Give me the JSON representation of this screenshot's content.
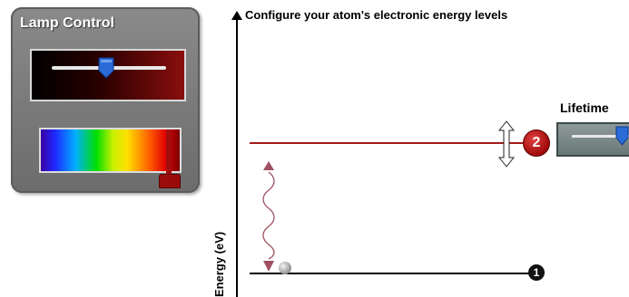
{
  "lamp": {
    "title": "Lamp Control",
    "intensity": {
      "level": 0.5
    },
    "wavelength": {
      "position": 0.9,
      "color": "#a40e0e"
    }
  },
  "diagram": {
    "title": "Configure your atom's electronic energy levels",
    "axis_label": "Energy (eV)",
    "levels": [
      {
        "id": "1",
        "label": "1",
        "color": "#000000"
      },
      {
        "id": "2",
        "label": "2",
        "color": "#a21c1c"
      }
    ],
    "photon_color": "#a05060"
  },
  "lifetime": {
    "label": "Lifetime",
    "level": 0.95
  },
  "icons": {
    "intensity_thumb": "slider-thumb-icon",
    "drag": "drag-arrows-icon",
    "electron": "electron-icon",
    "photon": "photon-wave-icon"
  }
}
